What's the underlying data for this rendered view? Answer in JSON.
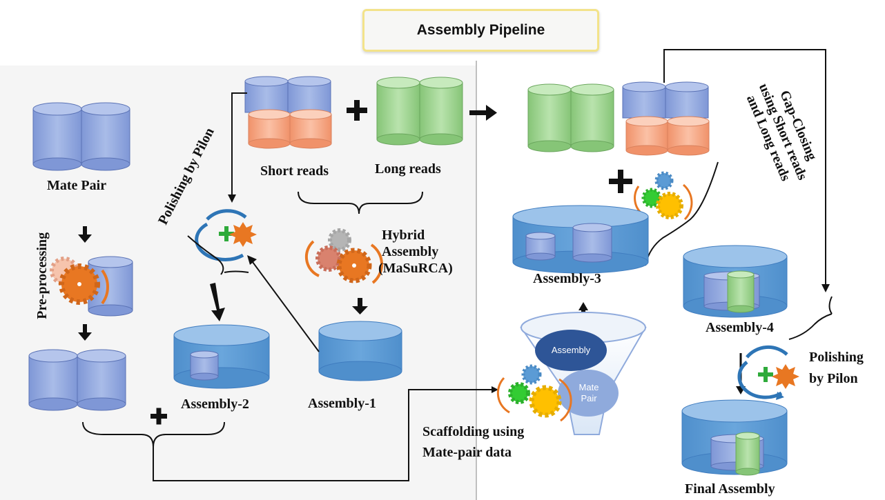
{
  "title": "Assembly Pipeline",
  "labels": {
    "mate_pair": "Mate Pair",
    "pre_processing": "Pre-processing",
    "polishing_by_pilon_left": "Polishing by Pilon",
    "short_reads": "Short reads",
    "long_reads": "Long reads",
    "hybrid_assembly_line1": "Hybrid",
    "hybrid_assembly_line2": "Assembly",
    "hybrid_assembly_line3": "(MaSuRCA)",
    "assembly_1": "Assembly-1",
    "assembly_2": "Assembly-2",
    "assembly_3": "Assembly-3",
    "assembly_4": "Assembly-4",
    "gap_closing_line1": "Gap-Closing",
    "gap_closing_line2": "using Short reads",
    "gap_closing_line3": "and Long reads",
    "funnel_assembly": "Assembly",
    "funnel_mate_pair_line1": "Mate",
    "funnel_mate_pair_line2": "Pair",
    "scaffolding_line1": "Scaffolding using",
    "scaffolding_line2": "Mate-pair data",
    "polishing_right_line1": "Polishing",
    "polishing_right_line2": "by Pilon",
    "final_assembly": "Final Assembly"
  },
  "colors": {
    "short_read_blue": "#8fa6dc",
    "short_read_orange": "#f4a784",
    "long_read_green": "#9cd18f",
    "assembly_blue": "#5b9bd5",
    "gear_orange": "#e87722",
    "gear_yellow": "#ffc000",
    "gear_green": "#33cc33",
    "gear_gray": "#a6a6a6",
    "funnel_dark": "#2e5597",
    "funnel_light": "#8faadc",
    "title_border": "#f3e38a"
  },
  "icons": [
    "plus-icon",
    "right-arrow-icon",
    "down-arrow-icon",
    "up-arrow-icon",
    "gear-icon",
    "cylinder-icon",
    "brace-icon",
    "funnel-icon"
  ]
}
